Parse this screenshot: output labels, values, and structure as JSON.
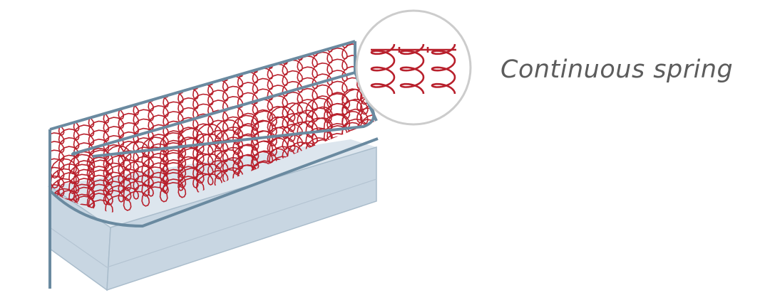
{
  "caption": "Continuous spring",
  "colors": {
    "spring": "#b8202c",
    "frame": "#6a8aa0",
    "foam": "#c8d6e2",
    "foam_edge": "#a9bccb",
    "zoom_circle": "#cccccc",
    "caption": "#5c5c5c"
  },
  "icons": {
    "mattress": "mattress-cutaway-illustration",
    "zoom": "magnifier-circle"
  }
}
